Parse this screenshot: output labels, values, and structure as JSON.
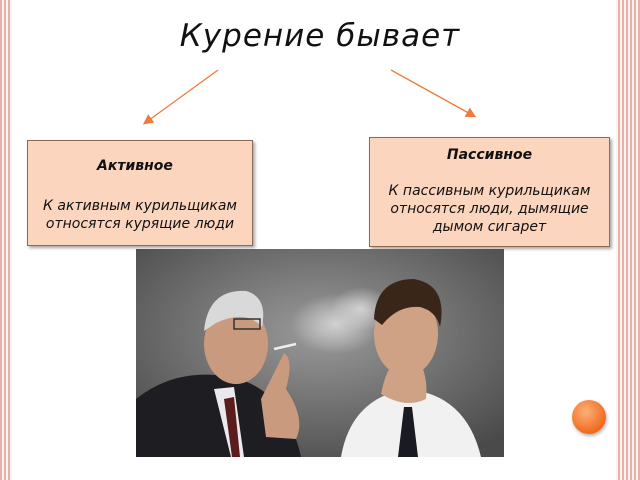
{
  "title": "Курение бывает",
  "active": {
    "heading": "Активное",
    "text": "К активным курильщикам относятся курящие люди"
  },
  "passive": {
    "heading": "Пассивное",
    "text": "К пассивным курильщикам относятся люди, дымящие дымом сигарет"
  },
  "colors": {
    "box_fill": "#fbd5bd",
    "arrow": "#f07a3c",
    "accent_dot": "#f06b1e"
  }
}
